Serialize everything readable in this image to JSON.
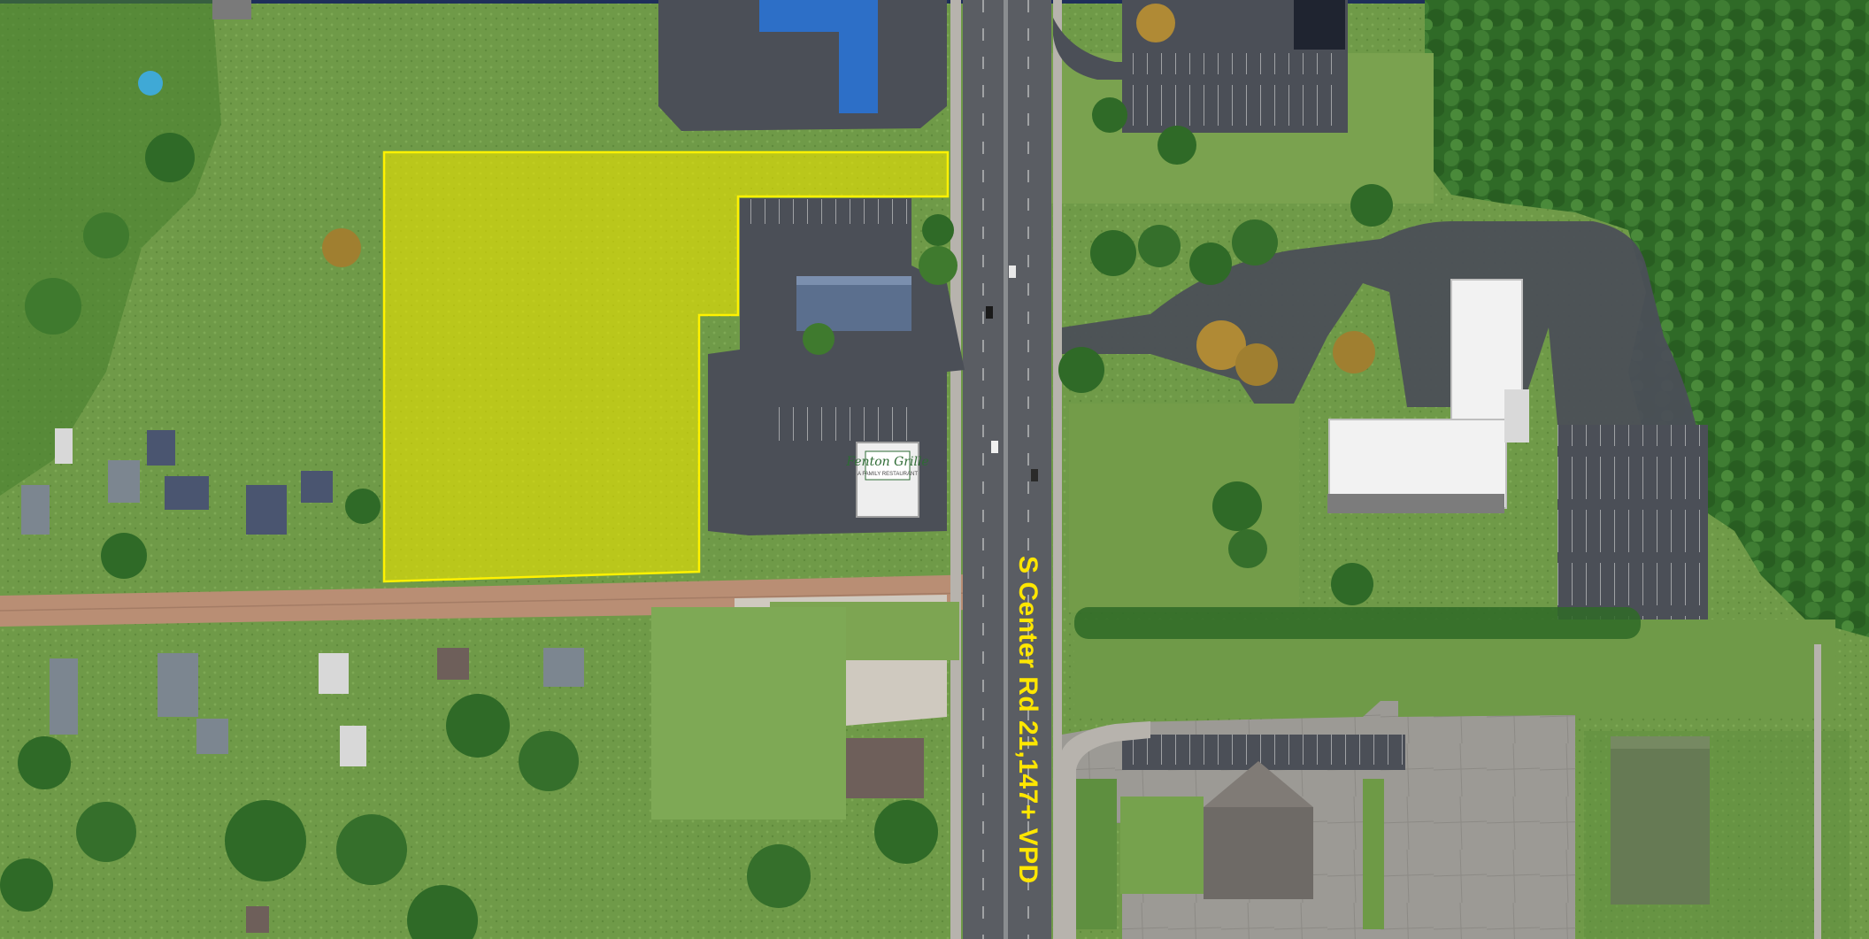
{
  "road_label": "S Center Rd 21,147+ VPD",
  "restaurant_sign": {
    "name": "Fenton Grille",
    "tagline": "A FAMILY RESTAURANT"
  },
  "colors": {
    "highlight_fill": "#e9e400",
    "highlight_stroke": "#fff200",
    "road_label": "#ffe600",
    "grass": "#6f9a48",
    "forest": "#2f6a27",
    "asphalt": "#4b4f57",
    "gravel_road": "#b98e74",
    "top_border": "#1f2f5a"
  }
}
